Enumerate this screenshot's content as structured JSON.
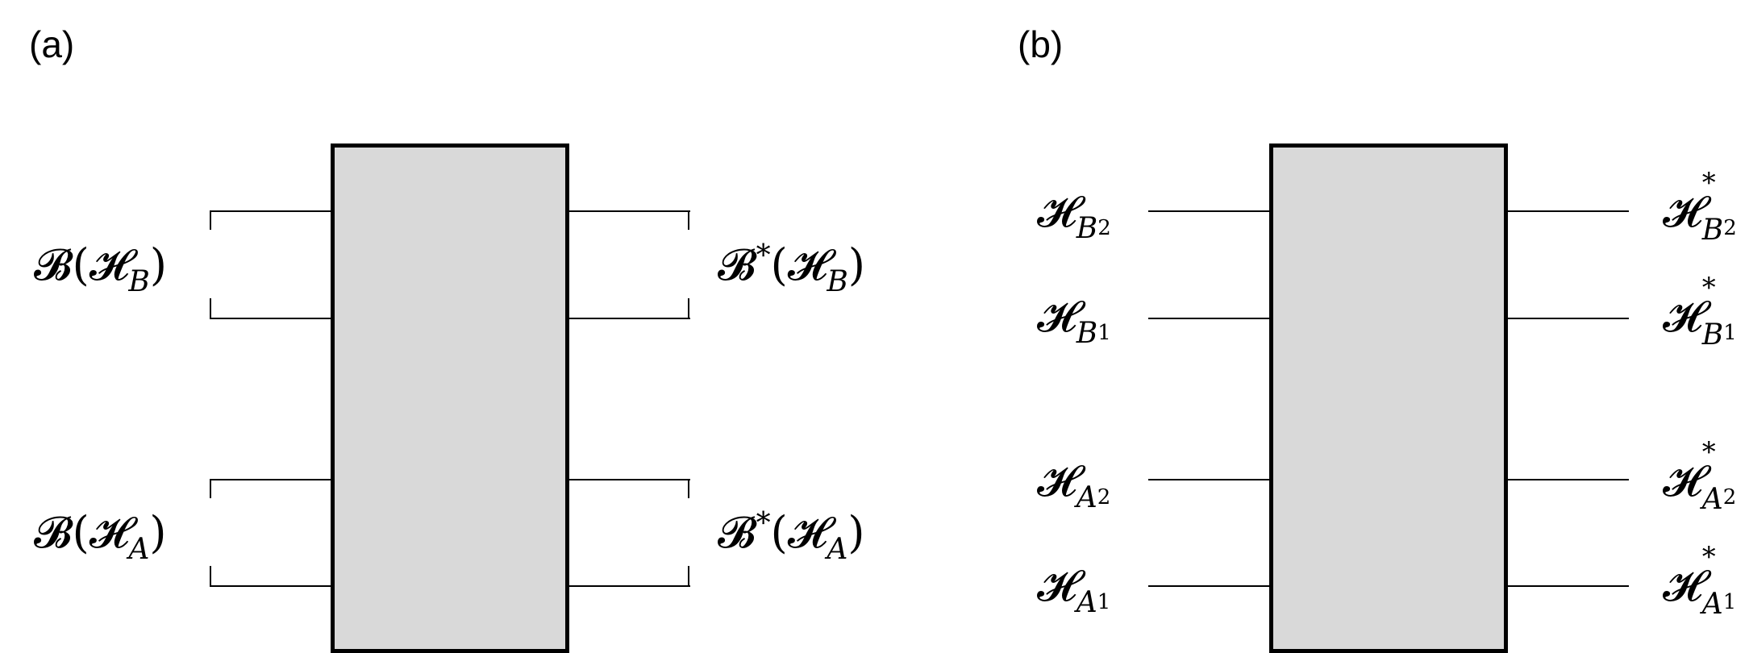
{
  "panels": {
    "a": {
      "label": "(a)",
      "left_top": "𝓑(𝓗",
      "left_top_sub": "B",
      "left_bottom": "𝓑(𝓗",
      "left_bottom_sub": "A",
      "right_top": "𝓑",
      "right_top_rest": "(𝓗",
      "right_top_sub": "B",
      "right_bottom": "𝓑",
      "right_bottom_rest": "(𝓗",
      "right_bottom_sub": "A",
      "close": ")",
      "star": "*"
    },
    "b": {
      "label": "(b)",
      "H": "𝓗",
      "star": "*",
      "left": [
        {
          "sub": "B",
          "idx": "2"
        },
        {
          "sub": "B",
          "idx": "1"
        },
        {
          "sub": "A",
          "idx": "2"
        },
        {
          "sub": "A",
          "idx": "1"
        }
      ],
      "right": [
        {
          "sub": "B",
          "idx": "2"
        },
        {
          "sub": "B",
          "idx": "1"
        },
        {
          "sub": "A",
          "idx": "2"
        },
        {
          "sub": "A",
          "idx": "1"
        }
      ]
    }
  },
  "colors": {
    "box_fill": "#d9d9d9",
    "stroke": "#000000"
  }
}
